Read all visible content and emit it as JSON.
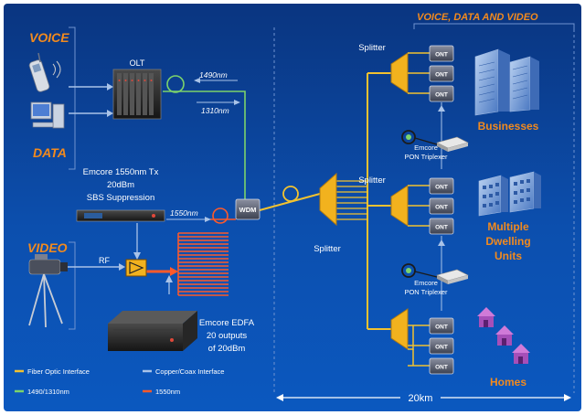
{
  "colors": {
    "background_top": "#0a3a8a",
    "background_bottom": "#0d5fc4",
    "fiber": "#f2c230",
    "green": "#7cd36b",
    "copper": "#a9c3e8",
    "laser": "#ff5a2a",
    "accent_text": "#f28a1e"
  },
  "labels": {
    "voice": "VOICE",
    "data": "DATA",
    "video": "VIDEO",
    "voice_data_video": "VOICE, DATA AND VIDEO",
    "olt": "OLT",
    "wl_1490": "1490nm",
    "wl_1310": "1310nm",
    "wl_1550": "1550nm",
    "tx_line1": "Emcore 1550nm Tx",
    "tx_line2": "20dBm",
    "tx_line3": "SBS Suppression",
    "rf": "RF",
    "wdm": "WDM",
    "edfa_line1": "Emcore EDFA",
    "edfa_line2": "20 outputs",
    "edfa_line3": "of 20dBm",
    "splitter_main": "Splitter",
    "splitter_top": "Splitter",
    "splitter_mid": "Splitter",
    "ont": "ONT",
    "triplexer1_line1": "Emcore",
    "triplexer1_line2": "PON Triplexer",
    "triplexer2_line1": "Emcore",
    "triplexer2_line2": "PON Triplexer",
    "businesses": "Businesses",
    "mdu_line1": "Multiple",
    "mdu_line2": "Dwelling",
    "mdu_line3": "Units",
    "homes": "Homes",
    "distance": "20km"
  },
  "legend": {
    "fiber": "Fiber Optic Interface",
    "green": "1490/1310nm",
    "copper": "Copper/Coax Interface",
    "laser": "1550nm"
  },
  "icons": [
    "phone-icon",
    "computer-icon",
    "video-camera-icon",
    "olt-chassis-icon",
    "transmitter-icon",
    "edfa-icon",
    "rf-amplifier-icon",
    "business-building-icon",
    "apartment-building-icon",
    "house-icon",
    "triplexer-icon"
  ]
}
